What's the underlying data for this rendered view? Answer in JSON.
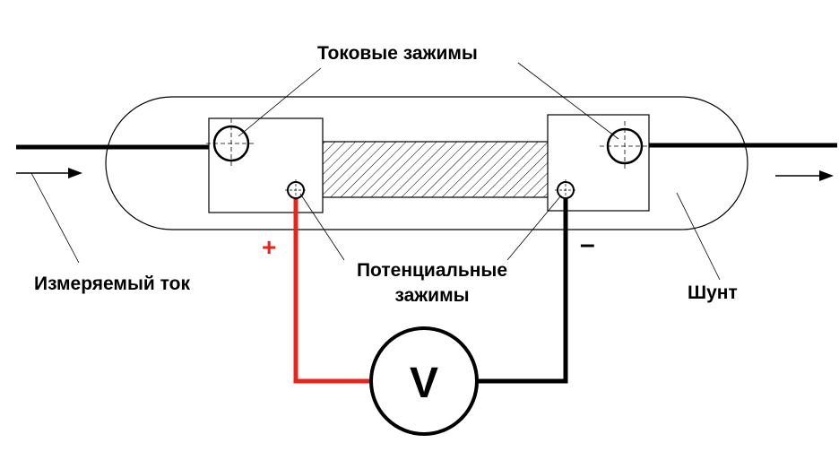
{
  "labels": {
    "current_terminals": "Токовые зажимы",
    "measured_current": "Измеряемый ток",
    "potential_terminals_line1": "Потенциальные",
    "potential_terminals_line2": "зажимы",
    "shunt": "Шунт",
    "plus": "+",
    "minus": "–",
    "voltmeter": "V"
  },
  "colors": {
    "positive_wire": "#e8251c",
    "negative_wire": "#000000",
    "outline": "#000000",
    "background": "#ffffff"
  }
}
